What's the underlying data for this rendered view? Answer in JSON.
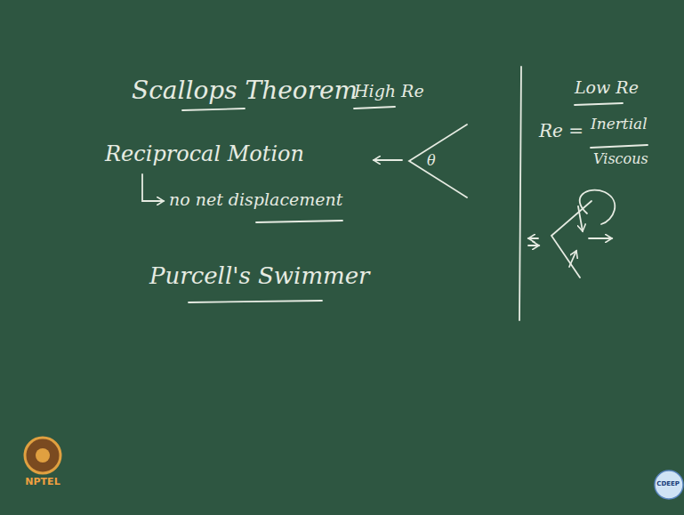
{
  "diagram": {
    "labels": [
      "Scallops Theorem",
      "High Re",
      "Reciprocal Motion",
      "no net displacement",
      "Purcell's Swimmer",
      "θ",
      "Low Re",
      "Re =",
      "Inertial",
      "Viscous",
      "NPTEL",
      "CDEEP"
    ]
  }
}
